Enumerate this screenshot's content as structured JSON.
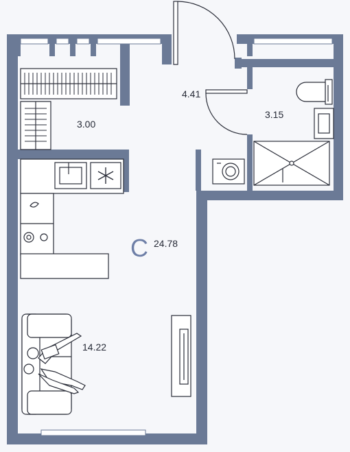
{
  "plan": {
    "wall_color": "#6b7a96",
    "floor_color": "#f6f7fa",
    "line_color": "#2a2d38",
    "accent_color": "#6e7fa7",
    "studio_mark": "С",
    "rooms": {
      "main_area": "24.78",
      "living": "14.22",
      "storage": "3.00",
      "hall": "4.41",
      "bathroom": "3.15"
    }
  }
}
